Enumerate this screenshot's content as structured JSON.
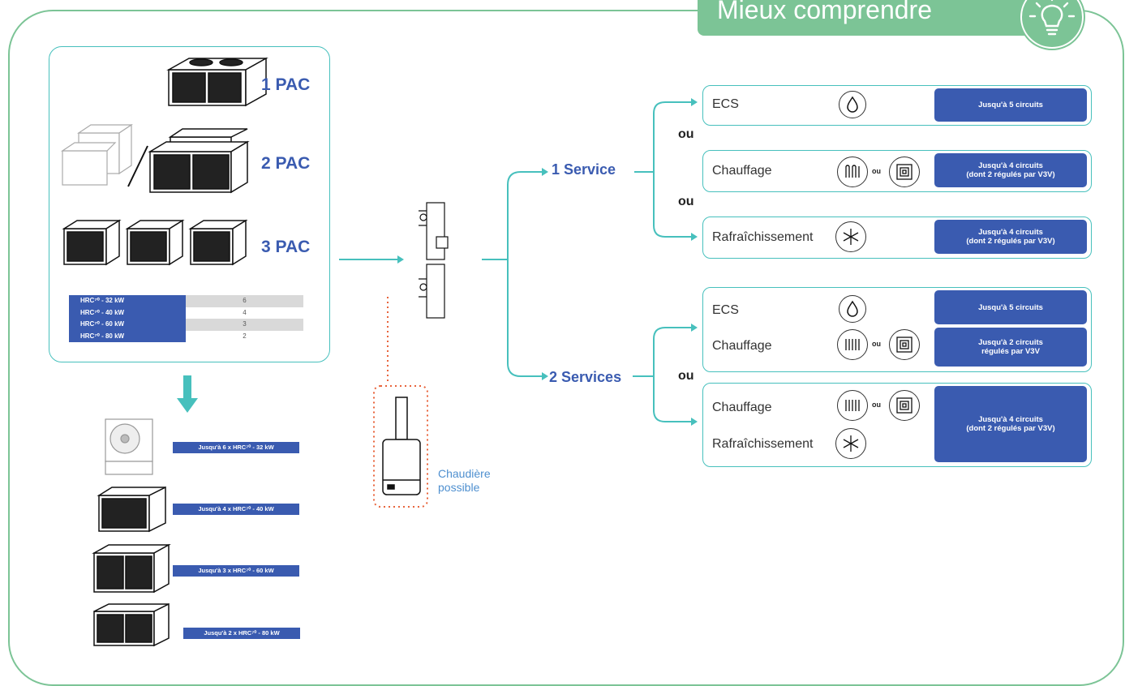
{
  "header": {
    "title": "Mieux comprendre"
  },
  "pac": {
    "labels": [
      "1 PAC",
      "2 PAC",
      "3 PAC"
    ],
    "table": [
      {
        "model": "HRC⁷⁰ - 32 kW",
        "count": "6"
      },
      {
        "model": "HRC⁷⁰ - 40 kW",
        "count": "4"
      },
      {
        "model": "HRC⁷⁰ - 60 kW",
        "count": "3"
      },
      {
        "model": "HRC⁷⁰ - 80 kW",
        "count": "2"
      }
    ]
  },
  "units": [
    "Jusqu'à 6 x HRC⁷⁰ - 32 kW",
    "Jusqu'à 4 x HRC⁷⁰ - 40 kW",
    "Jusqu'à 3 x HRC⁷⁰ - 60 kW",
    "Jusqu'à 2 x HRC⁷⁰ - 80 kW"
  ],
  "boiler": {
    "line1": "Chaudière",
    "line2": "possible"
  },
  "services": {
    "one": "1 Service",
    "two": "2 Services",
    "ou": "ou"
  },
  "cards": {
    "ecs": "ECS",
    "chauffage": "Chauffage",
    "rafraichissement": "Rafraîchissement",
    "ecs_circuits": "Jusqu'à 5 circuits",
    "chauff_circuits_l1": "Jusqu'à 4 circuits",
    "chauff_circuits_l2": "(dont 2 régulés par V3V)",
    "raf_circuits_l1": "Jusqu'à 4 circuits",
    "raf_circuits_l2": "(dont 2 régulés par V3V)",
    "ecs2_circuits": "Jusqu'à 5 circuits",
    "chauff2_circuits_l1": "Jusqu'à 2 circuits",
    "chauff2_circuits_l2": "régulés par V3V",
    "combo_circuits_l1": "Jusqu'à 4 circuits",
    "combo_circuits_l2": "(dont 2 régulés par V3V)"
  },
  "colors": {
    "green": "#7cc496",
    "teal": "#47c0bd",
    "blue": "#3a5bb0",
    "orange": "#e8643c"
  }
}
